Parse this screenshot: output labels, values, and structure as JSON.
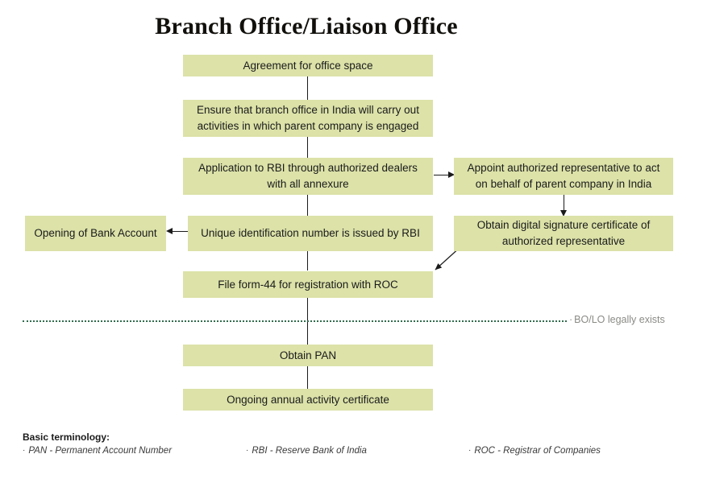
{
  "title": "Branch Office/Liaison Office",
  "theme": {
    "box_fill": "#dce2a8",
    "text_color": "#1b1b1b",
    "connector_color": "#1b1b1b",
    "separator_color": "#2f6b4c",
    "separator_label_color": "#8a8a86",
    "page_background": "#ffffff"
  },
  "flow": {
    "nodes": [
      {
        "id": "agreement",
        "label": "Agreement for office space"
      },
      {
        "id": "ensure",
        "label": "Ensure that branch office in India will carry out activities in which parent company is engaged"
      },
      {
        "id": "application",
        "label": "Application to RBI through authorized dealers with all annexure"
      },
      {
        "id": "appoint",
        "label": "Appoint authorized representative to act on behalf of parent company in India"
      },
      {
        "id": "bank",
        "label": "Opening of Bank Account"
      },
      {
        "id": "uin",
        "label": "Unique identification number is issued by RBI"
      },
      {
        "id": "digital",
        "label": "Obtain digital signature certificate of authorized representative"
      },
      {
        "id": "form44",
        "label": "File form-44 for registration with ROC"
      },
      {
        "id": "pan",
        "label": "Obtain PAN"
      },
      {
        "id": "ongoing",
        "label": "Ongoing annual activity certificate"
      }
    ]
  },
  "separator": {
    "label": "BO/LO  legally exists",
    "bullet": "·"
  },
  "terminology": {
    "heading": "Basic terminology:",
    "bullet": "·",
    "items": [
      "PAN - Permanent Account Number",
      "RBI - Reserve Bank of India",
      "ROC - Registrar of Companies"
    ]
  }
}
